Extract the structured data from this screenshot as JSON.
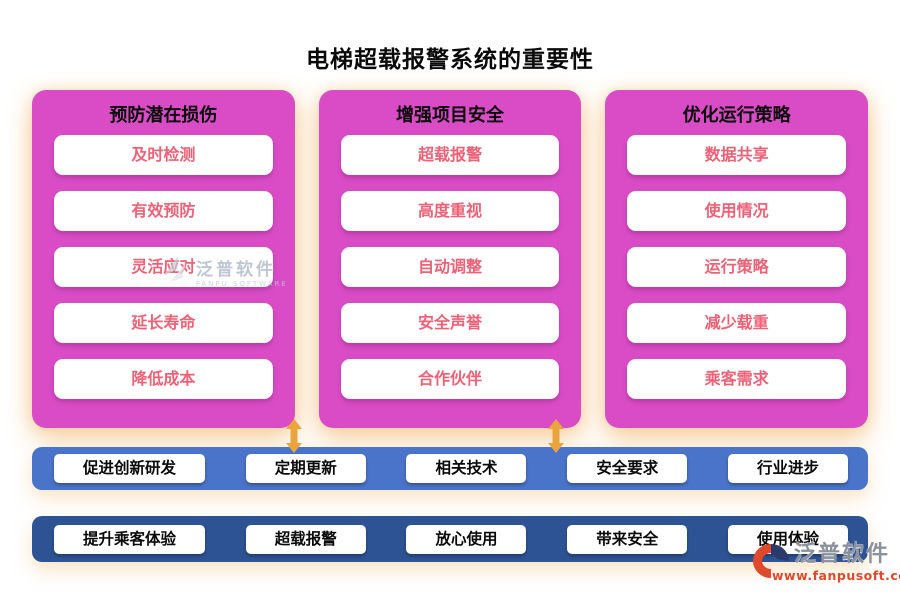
{
  "title": "电梯超载报警系统的重要性",
  "columns": [
    {
      "header": "预防潜在损伤",
      "items": [
        "及时检测",
        "有效预防",
        "灵活应对",
        "延长寿命",
        "降低成本"
      ]
    },
    {
      "header": "增强项目安全",
      "items": [
        "超载报警",
        "高度重视",
        "自动调整",
        "安全声誉",
        "合作伙伴"
      ]
    },
    {
      "header": "优化运行策略",
      "items": [
        "数据共享",
        "使用情况",
        "运行策略",
        "减少载重",
        "乘客需求"
      ]
    }
  ],
  "bars": [
    {
      "items": [
        "促进创新研发",
        "定期更新",
        "相关技术",
        "安全要求",
        "行业进步"
      ]
    },
    {
      "items": [
        "提升乘客体验",
        "超载报警",
        "放心使用",
        "带来安全",
        "使用体验"
      ]
    }
  ],
  "icons": {
    "connector": "up-down-arrow"
  },
  "watermarks": {
    "center": {
      "brand": "泛普软件",
      "brand_en": "FANPU SOFTWARE"
    },
    "corner": {
      "brand": "泛普软件",
      "url": "www.fanpusoft.com"
    }
  },
  "colors": {
    "column_bg": "#d94cc6",
    "column_item_text": "#ef6176",
    "header_text": "#0a0a0a",
    "bar1_bg": "#4a74c9",
    "bar2_bg": "#2e5394",
    "bar_item_text": "#0a0a0a",
    "arrow": "#eaa43e",
    "glow": "#f5c68c",
    "watermark_url": "#e04a2a"
  }
}
